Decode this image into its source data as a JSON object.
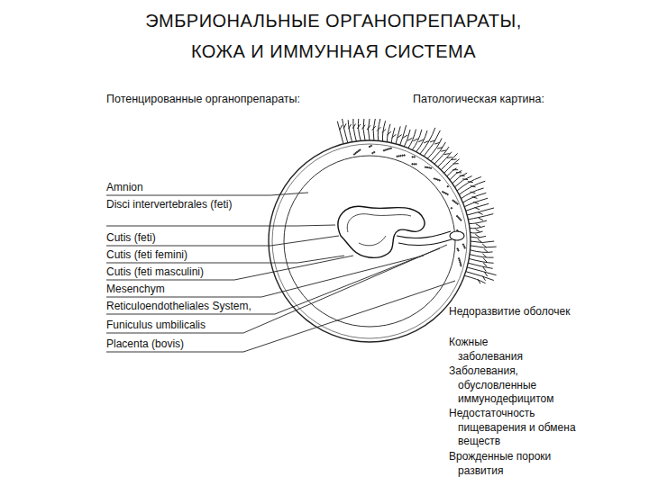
{
  "diagram": {
    "title": "ЭМБРИОНАЛЬНЫЕ ОРГАНОПРЕПАРАТЫ, КОЖА И ИММУННАЯ СИСТЕМА",
    "labels": [
      "Потенцированные органопрепараты:",
      "Патологическая картина:",
      "Amnion",
      "Disci intervertebrales (feti)",
      "Cutis (feti)",
      "Cutis (feti femini)",
      "Cutis (feti masculini)",
      "Mesenchym",
      "Reticuloendotheliales System,",
      "Funiculus umbilicalis",
      "Placenta (bovis)",
      "Недоразвитие оболочек",
      "Кожные заболевания",
      "Заболевания, обусловленные иммунодефицитом",
      "Недостаточность пищеварения и обмена веществ",
      "Врожденные пороки развития"
    ]
  }
}
